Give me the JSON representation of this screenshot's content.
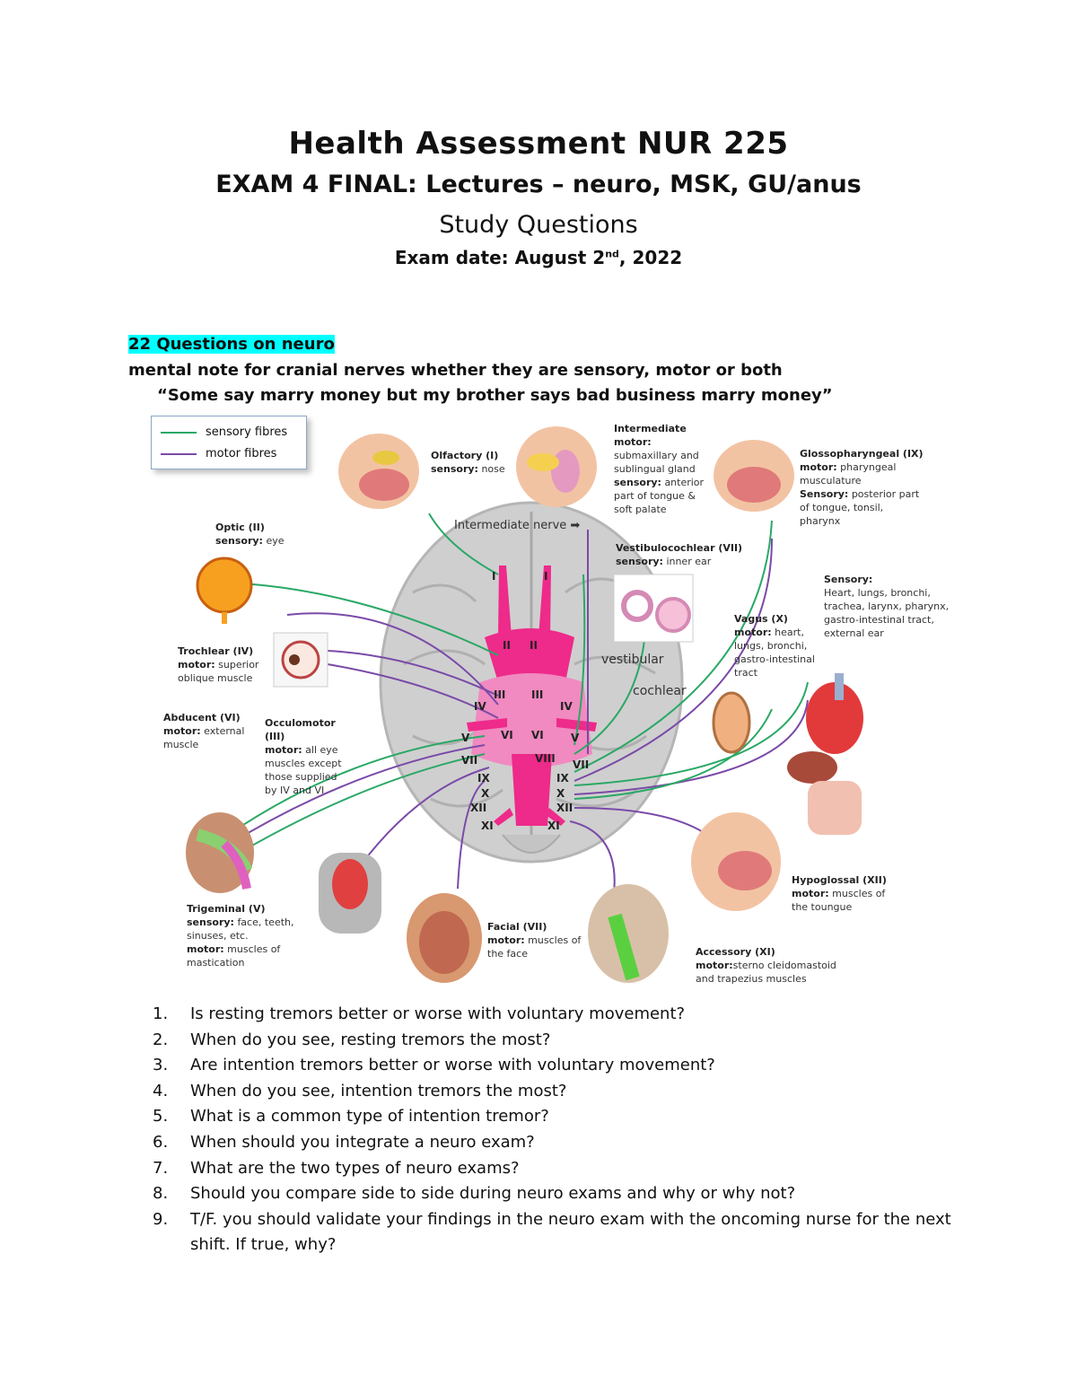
{
  "header": {
    "title": "Health Assessment NUR 225",
    "subtitle": "EXAM 4 FINAL: Lectures – neuro, MSK, GU/anus",
    "heading": "Study Questions",
    "exam_date_prefix": "Exam date: August 2",
    "exam_date_sup": "nd",
    "exam_date_suffix": ", 2022"
  },
  "section": {
    "heading": "22 Questions on neuro",
    "note": "mental note for cranial nerves whether they are sensory, motor or both",
    "mnemonic": "“Some say marry money but my brother says bad business marry money”"
  },
  "diagram": {
    "legend": {
      "sensory": "sensory fibres",
      "motor": "motor fibres"
    },
    "colors": {
      "sensory": "#2aa866",
      "motor": "#7a4aa8",
      "nerve": "#ee2a8a",
      "brain": "#c9c9c9"
    },
    "labels": {
      "olfactory": {
        "name": "Olfactory (I)",
        "key": "sensory:",
        "text": "nose"
      },
      "intermediate": {
        "name": "Intermediate",
        "key1": "motor:",
        "text1": "submaxillary and sublingual gland",
        "key2": "sensory:",
        "text2": "anterior part of tongue & soft palate"
      },
      "intermediate_nerve": "Intermediate nerve ➡",
      "glosso": {
        "name": "Glossopharyngeal (IX)",
        "key1": "motor:",
        "text1": "pharyngeal musculature",
        "key2": "Sensory:",
        "text2": "posterior part of tongue, tonsil, pharynx"
      },
      "optic": {
        "name": "Optic (II)",
        "key": "sensory:",
        "text": "eye"
      },
      "vestibulo": {
        "name": "Vestibulocochlear (VII)",
        "key": "sensory:",
        "text": "inner ear"
      },
      "vagus_sensory": {
        "key": "Sensory:",
        "text": "Heart, lungs, bronchi, trachea, larynx, pharynx, gastro-intestinal tract, external ear"
      },
      "vagus": {
        "name": "Vagus (X)",
        "key": "motor:",
        "text": "heart, lungs, bronchi, gastro-intestinal tract"
      },
      "trochlear": {
        "name": "Trochlear (IV)",
        "key": "motor:",
        "text": "superior oblique muscle"
      },
      "abducent": {
        "name": "Abducent (VI)",
        "key": "motor:",
        "text": "external muscle"
      },
      "oculomotor": {
        "name": "Occulomotor (III)",
        "key": "motor:",
        "text": "all eye muscles except those supplied by IV and VI"
      },
      "vestibular": "vestibular",
      "cochlear": "cochlear",
      "trigeminal": {
        "name": "Trigeminal (V)",
        "key1": "sensory:",
        "text1": "face, teeth, sinuses, etc.",
        "key2": "motor:",
        "text2": "muscles of mastication"
      },
      "facial": {
        "name": "Facial (VII)",
        "key": "motor:",
        "text": "muscles of the face"
      },
      "hypoglossal": {
        "name": "Hypoglossal (XII)",
        "key": "motor:",
        "text": "muscles of the toungue"
      },
      "accessory": {
        "name": "Accessory (XI)",
        "key": "motor:",
        "text": "sterno cleidomastoid and trapezius muscles"
      }
    },
    "roman": {
      "I": "I",
      "II": "II",
      "III": "III",
      "IV": "IV",
      "V": "V",
      "VI": "VI",
      "VII": "VII",
      "VIII": "VIII",
      "IX": "IX",
      "X": "X",
      "XI": "XI",
      "XII": "XII"
    }
  },
  "questions": [
    {
      "num": "1.",
      "text": "Is resting tremors better or worse with voluntary movement?"
    },
    {
      "num": "2.",
      "text": "When do you see, resting tremors the most?"
    },
    {
      "num": "3.",
      "text": "Are intention tremors better or worse with voluntary movement?"
    },
    {
      "num": "4.",
      "text": "When do you see, intention tremors the most?"
    },
    {
      "num": "5.",
      "text": "What is a common type of intention tremor?"
    },
    {
      "num": "6.",
      "text": "When should you integrate a neuro exam?"
    },
    {
      "num": "7.",
      "text": "What are the two types of neuro exams?"
    },
    {
      "num": "8.",
      "text": "Should you compare side to side during neuro exams and why or why not?"
    },
    {
      "num": "9.",
      "text": "T/F. you should validate your findings in the neuro exam with the oncoming nurse for the next shift. If true, why?"
    }
  ]
}
